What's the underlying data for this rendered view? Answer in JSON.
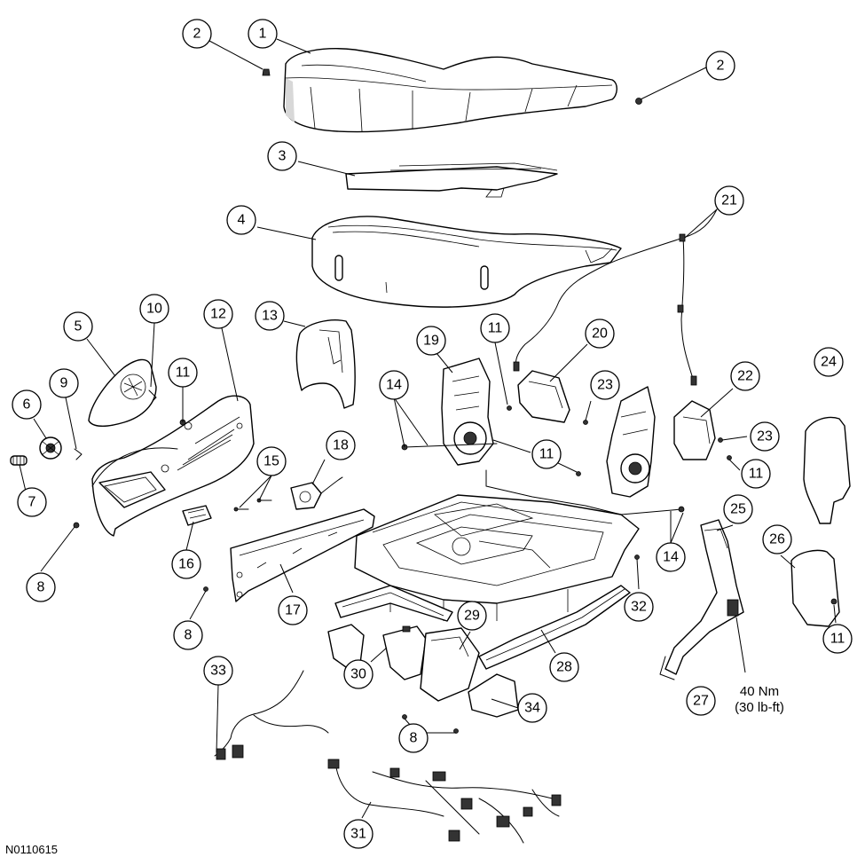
{
  "figure_id": "N0110615",
  "torque_note": {
    "line1": "40 Nm",
    "line2": "(30 lb-ft)"
  },
  "callouts": [
    {
      "key": "c2a",
      "label": "2"
    },
    {
      "key": "c1",
      "label": "1"
    },
    {
      "key": "c2b",
      "label": "2"
    },
    {
      "key": "c3",
      "label": "3"
    },
    {
      "key": "c21",
      "label": "21"
    },
    {
      "key": "c4",
      "label": "4"
    },
    {
      "key": "c10",
      "label": "10"
    },
    {
      "key": "c12",
      "label": "12"
    },
    {
      "key": "c13",
      "label": "13"
    },
    {
      "key": "c5",
      "label": "5"
    },
    {
      "key": "c11a",
      "label": "11"
    },
    {
      "key": "c20",
      "label": "20"
    },
    {
      "key": "c24",
      "label": "24"
    },
    {
      "key": "c9",
      "label": "9"
    },
    {
      "key": "c11b",
      "label": "11"
    },
    {
      "key": "c19",
      "label": "19"
    },
    {
      "key": "c22",
      "label": "22"
    },
    {
      "key": "c6",
      "label": "6"
    },
    {
      "key": "c14a",
      "label": "14"
    },
    {
      "key": "c23a",
      "label": "23"
    },
    {
      "key": "c18",
      "label": "18"
    },
    {
      "key": "c23b",
      "label": "23"
    },
    {
      "key": "c15",
      "label": "15"
    },
    {
      "key": "c11c",
      "label": "11"
    },
    {
      "key": "c11d",
      "label": "11"
    },
    {
      "key": "c7",
      "label": "7"
    },
    {
      "key": "c25",
      "label": "25"
    },
    {
      "key": "c14b",
      "label": "14"
    },
    {
      "key": "c26",
      "label": "26"
    },
    {
      "key": "c16",
      "label": "16"
    },
    {
      "key": "c8a",
      "label": "8"
    },
    {
      "key": "c32",
      "label": "32"
    },
    {
      "key": "c17",
      "label": "17"
    },
    {
      "key": "c29",
      "label": "29"
    },
    {
      "key": "c8b",
      "label": "8"
    },
    {
      "key": "c11e",
      "label": "11"
    },
    {
      "key": "c33",
      "label": "33"
    },
    {
      "key": "c28",
      "label": "28"
    },
    {
      "key": "c30",
      "label": "30"
    },
    {
      "key": "c34",
      "label": "34"
    },
    {
      "key": "c27",
      "label": "27"
    },
    {
      "key": "c8c",
      "label": "8"
    },
    {
      "key": "c31",
      "label": "31"
    }
  ]
}
